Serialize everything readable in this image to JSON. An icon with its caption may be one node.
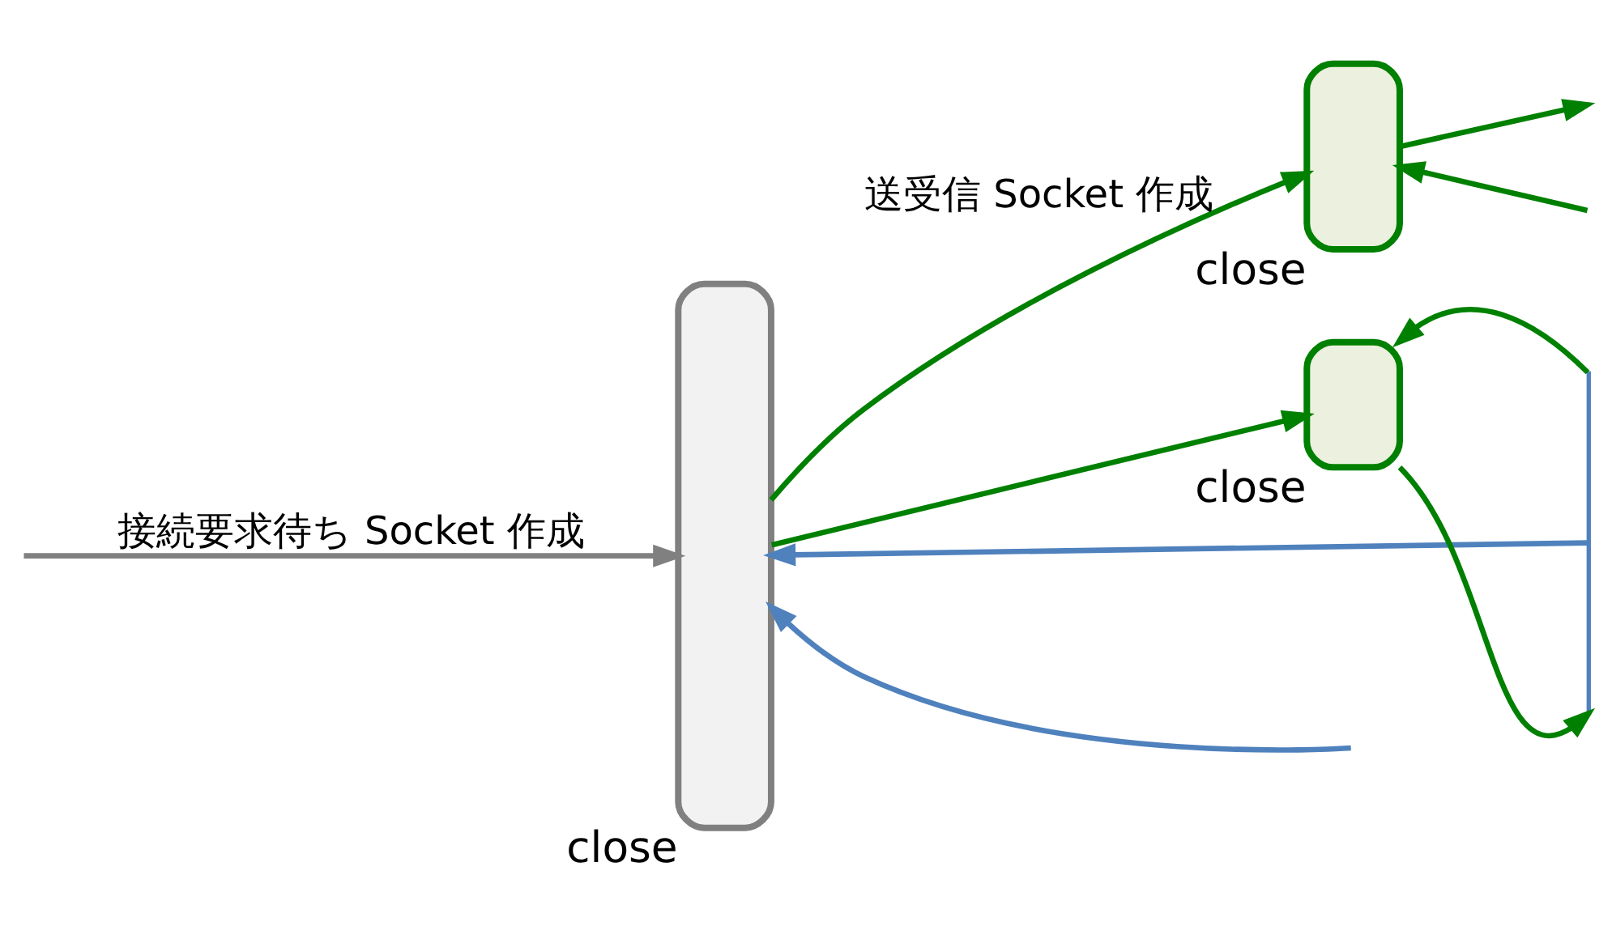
{
  "diagram": {
    "nodes": [
      {
        "text": [],
        "shape": "box",
        "beside": [
          "close"
        ]
      },
      {
        "text": [],
        "shape": "box",
        "beside": [
          "close"
        ]
      },
      {
        "text": [],
        "shape": "box",
        "beside": [
          "close"
        ]
      },
      {
        "text": [],
        "shape": "bar"
      }
    ],
    "edges": [
      {
        "from": null,
        "to": 0,
        "arrow": "to",
        "label": "接続要求待ち Socket 作成",
        "color": "#808080"
      },
      {
        "from": null,
        "to": 0,
        "arrow": "to",
        "color": "#4f81bd"
      },
      {
        "from": 0,
        "to": 1,
        "arrow": "to",
        "label": "送受信 Socket 作成"
      },
      {
        "from": null,
        "to": 1,
        "arrow": "to"
      },
      {
        "from": 1,
        "to": null,
        "arrow": "to"
      },
      {
        "from": 3,
        "to": 0,
        "arrow": "to",
        "color": "#4f81bd"
      },
      {
        "from": 0,
        "to": 2,
        "arrow": "to"
      },
      {
        "from": 3,
        "to": 2,
        "arrow": "to"
      },
      {
        "from": 2,
        "to": 3,
        "arrow": "to"
      }
    ]
  }
}
